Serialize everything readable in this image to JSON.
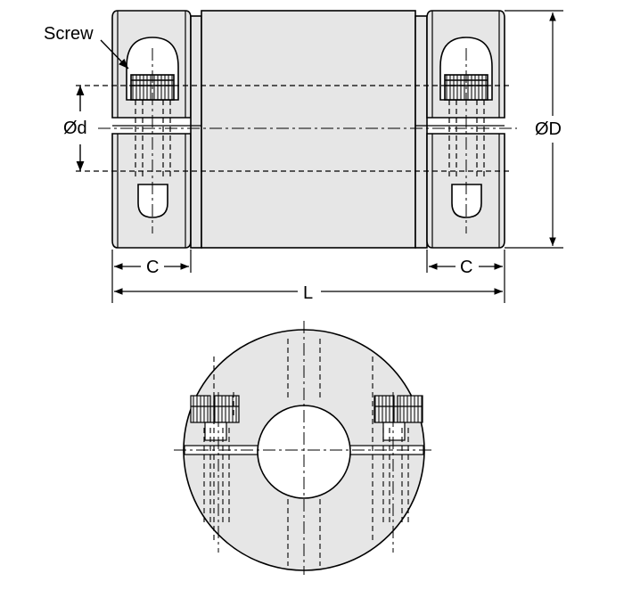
{
  "labels": {
    "screw": "Screw",
    "bore": "Ød",
    "outer_diameter": "ØD",
    "clamp_width_left": "C",
    "clamp_width_right": "C",
    "length": "L"
  },
  "colors": {
    "body_fill": "#e6e6e6",
    "stroke": "#000000",
    "background": "#ffffff"
  }
}
